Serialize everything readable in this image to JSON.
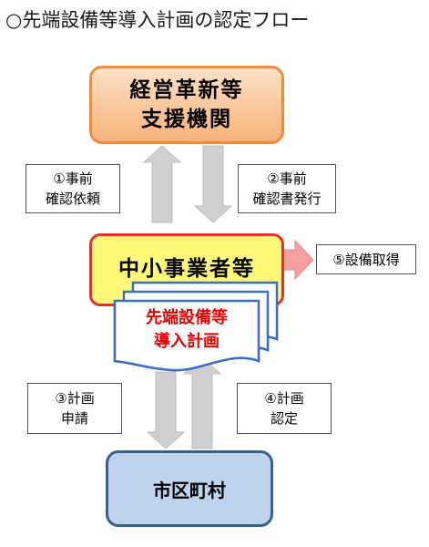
{
  "title": "○先端設備等導入計画の認定フロー",
  "nodes": {
    "support_org": {
      "line1": "経営革新等",
      "line2": "支援機関"
    },
    "sme": {
      "label": "中小事業者等"
    },
    "plan_doc": {
      "line1": "先端設備等",
      "line2": "導入計画"
    },
    "municipality": {
      "label": "市区町村"
    }
  },
  "steps": {
    "step1": {
      "line1": "①事前",
      "line2": "確認依頼"
    },
    "step2": {
      "line1": "②事前",
      "line2": "確認書発行"
    },
    "step3": {
      "line1": "③計画",
      "line2": "申請"
    },
    "step4": {
      "line1": "④計画",
      "line2": "認定"
    },
    "step5": {
      "label": "⑤設備取得"
    }
  },
  "colors": {
    "support_border": "#f08a3c",
    "sme_fill": "#fff97a",
    "sme_border": "#e53030",
    "doc_border": "#3a6fc4",
    "doc_text": "#e60000",
    "municipality_fill": "#bfd3ec",
    "municipality_border": "#3a5f91",
    "arrow_gray": "#d0d0d0",
    "arrow_pink": "#f5a0a0"
  }
}
